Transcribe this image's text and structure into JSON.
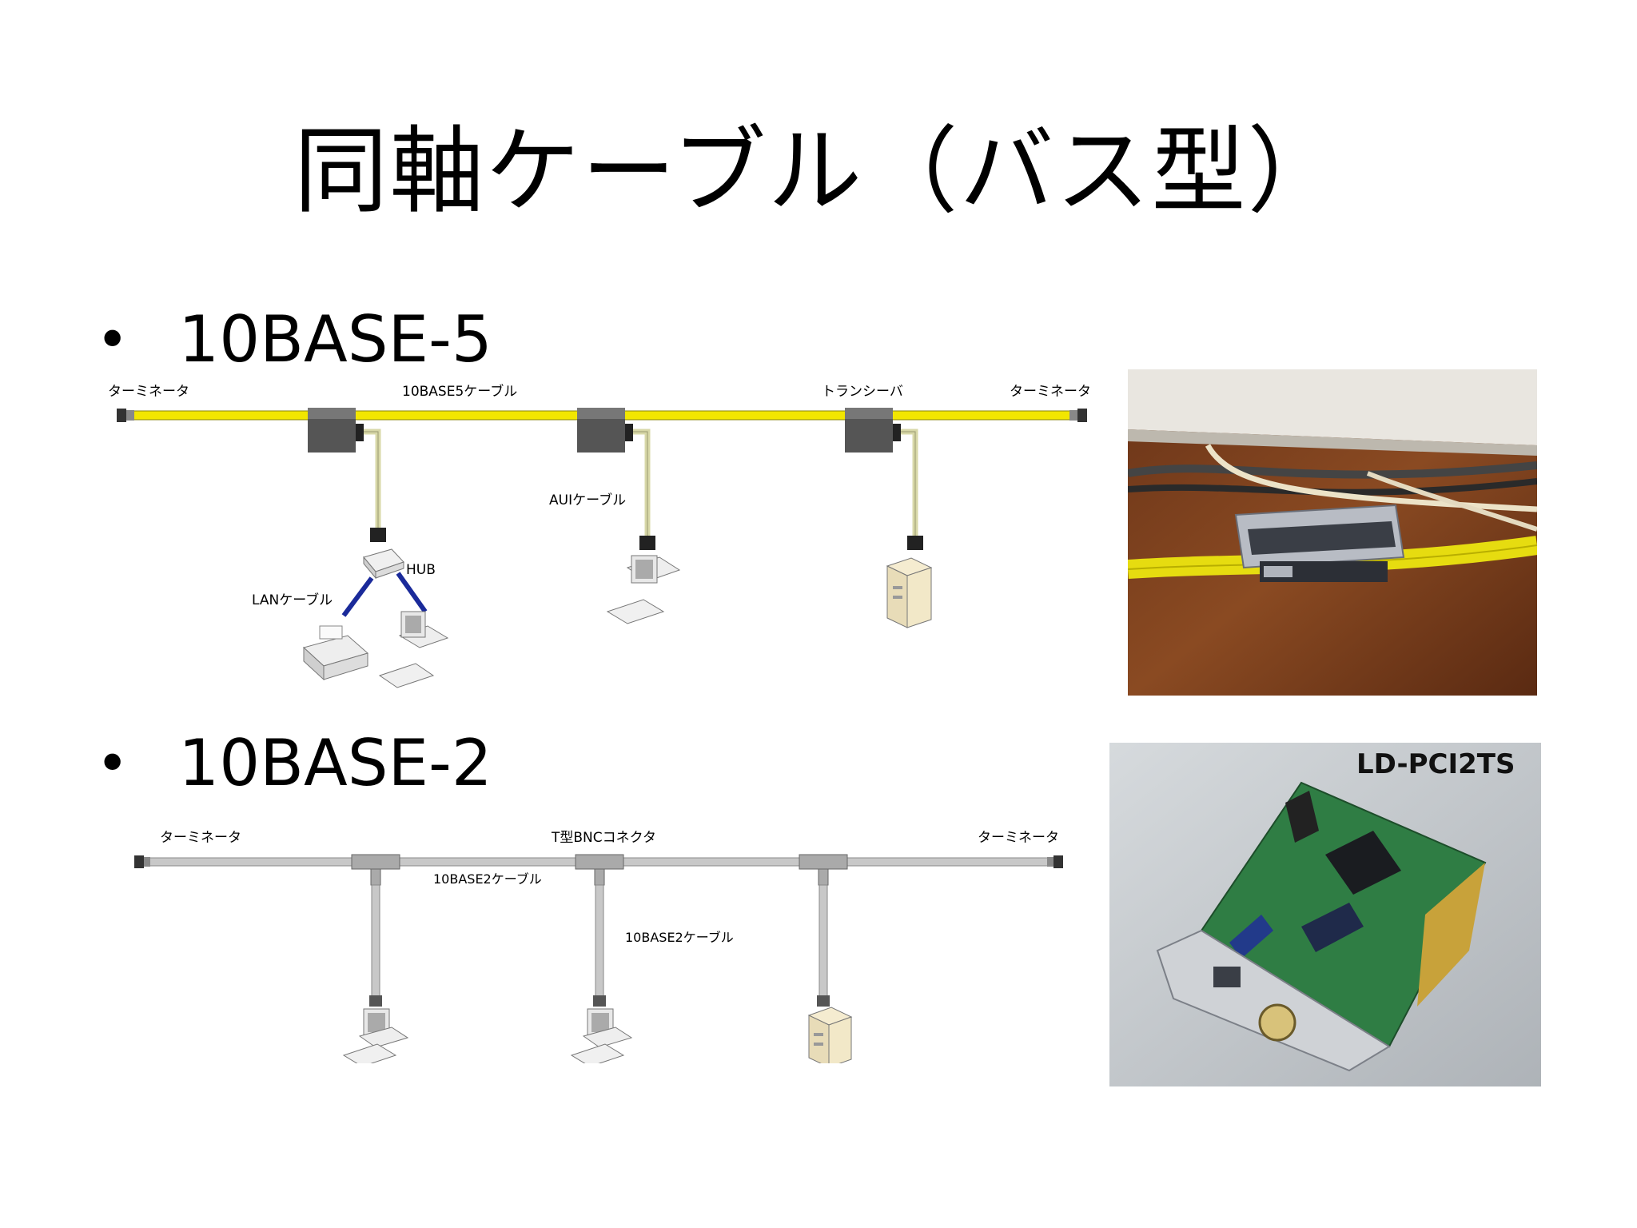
{
  "title": "同軸ケーブル（バス型）",
  "bullets": [
    {
      "label": "10BASE-5"
    },
    {
      "label": "10BASE-2"
    }
  ],
  "diagram_10base5": {
    "terminator_left": "ターミネータ",
    "cable": "10BASE5ケーブル",
    "transceiver": "トランシーバ",
    "terminator_right": "ターミネータ",
    "aui_cable": "AUIケーブル",
    "hub": "HUB",
    "lan_cable": "LANケーブル",
    "colors": {
      "cable": "#f2e600",
      "transceiver": "#555555"
    }
  },
  "diagram_10base2": {
    "terminator_left": "ターミネータ",
    "t_connector": "T型BNCコネクタ",
    "terminator_right": "ターミネータ",
    "cable_label_1": "10BASE2ケーブル",
    "cable_label_2": "10BASE2ケーブル",
    "colors": {
      "cable": "#c8c8c8"
    }
  },
  "photo_card": {
    "model": "LD-PCI2TS"
  }
}
